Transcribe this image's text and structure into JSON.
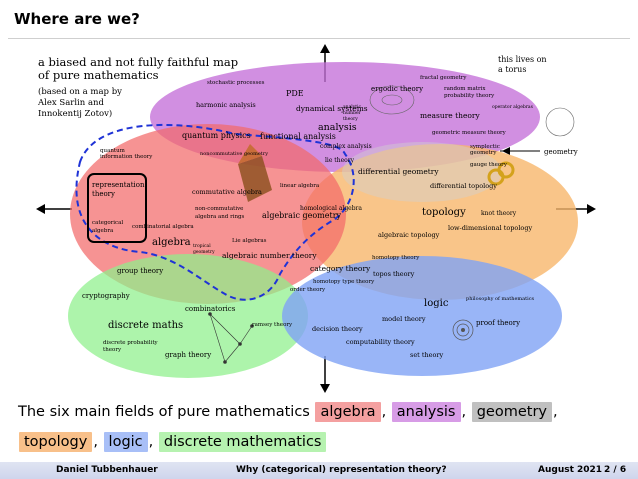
{
  "frame": {
    "title": "Where are we?"
  },
  "map": {
    "caption_lines": [
      "a biased and not fully faithful map",
      "of pure mathematics"
    ],
    "credit_lines": [
      "(based on a map by",
      "Alex Sarlin and",
      "Innokentij Zotov)"
    ],
    "lives_note_lines": [
      "this lives on",
      "a torus"
    ],
    "labels": {
      "pde": "PDE",
      "harmonic_analysis": "harmonic analysis",
      "dynamical_systems": "dynamical systems",
      "ergodic_theory": "ergodic theory",
      "measure_theory": "measure theory",
      "analysis": "analysis",
      "quantum_physics": "quantum physics",
      "functional_analysis": "functional analysis",
      "quantum_information_theory_1": "quantum",
      "quantum_information_theory_2": "information theory",
      "noncommutative_geometry": "noncommutative geometry",
      "complex_analysis": "complex analysis",
      "lie_theory": "lie theory",
      "differential_geometry": "differential geometry",
      "geometric_measure_theory": "geometric measure theory",
      "symplectic_geometry_1": "symplectic",
      "symplectic_geometry_2": "geometry",
      "gauge_theory": "gauge theory",
      "differential_topology": "differential topology",
      "geometry_arrow_label": "geometry",
      "representation_theory_1": "representation",
      "representation_theory_2": "theory",
      "categorical_algebra_1": "categorical",
      "categorical_algebra_2": "algebra",
      "commutative_algebra": "commutative algebra",
      "noncommutative_algebra_1": "non-commutative",
      "noncommutative_algebra_2": "algebra and rings",
      "combinatorial_algebra": "combinatorial algebra",
      "linear_algebra": "linear algebra",
      "algebraic_geometry": "algebraic geometry",
      "homological_algebra": "homological algebra",
      "lie_algebras": "Lie algebras",
      "algebra": "algebra",
      "tropical_geometry_1": "tropical",
      "tropical_geometry_2": "geometry",
      "algebraic_number_theory": "algebraic number theory",
      "topology": "topology",
      "knot_theory": "knot theory",
      "low_dimensional_topology": "low-dimensional topology",
      "algebraic_topology": "algebraic topology",
      "homotopy_theory": "homotopy theory",
      "topos_theory": "topos theory",
      "category_theory": "category theory",
      "homotopy_type_theory": "homotopy type theory",
      "group_theory": "group theory",
      "cryptography": "cryptography",
      "combinatorics": "combinatorics",
      "discrete_maths": "discrete maths",
      "graph_theory": "graph theory",
      "ramsey_theory": "ramsey theory",
      "discrete_probability_1": "discrete probability",
      "discrete_probability_2": "theory",
      "logic": "logic",
      "model_theory": "model theory",
      "proof_theory": "proof theory",
      "decision_theory": "decision theory",
      "computability_theory": "computability theory",
      "set_theory": "set theory",
      "philosophy_of_mathematics": "philosophy of mathematics",
      "order_theory": "order theory",
      "stochastic_processes_1": "stochastic",
      "stochastic_processes_2": "processes",
      "random_probability_1": "random matrix",
      "random_probability_2": "probability theory",
      "fractal_geometry": "fractal geometry",
      "analytic_number_theory_1": "analytic",
      "analytic_number_theory_2": "number",
      "analytic_number_theory_3": "theory",
      "operator_algebras": "operator algebras"
    }
  },
  "caption": {
    "intro": "The six main fields of pure mathematics",
    "fields": [
      {
        "label": "algebra",
        "color": "#f4a0a0"
      },
      {
        "label": "analysis",
        "color": "#d79ce6"
      },
      {
        "label": "geometry",
        "color": "#c0c0c0"
      },
      {
        "label": "topology",
        "color": "#f8c08a"
      },
      {
        "label": "logic",
        "color": "#a8bff7"
      },
      {
        "label": "discrete mathematics",
        "color": "#b6f2b0"
      }
    ],
    "sep": ","
  },
  "footer": {
    "author": "Daniel Tubbenhauer",
    "talk": "Why (categorical) representation theory?",
    "date": "August 2021",
    "page": "2 / 6"
  },
  "colors": {
    "analysis": "#c46fd9",
    "algebra": "#f26a6a",
    "geometry_topology": "#f7b66b",
    "discrete": "#8ef08a",
    "logic": "#7fa3f5",
    "dashed_region": "#1f33d6"
  }
}
